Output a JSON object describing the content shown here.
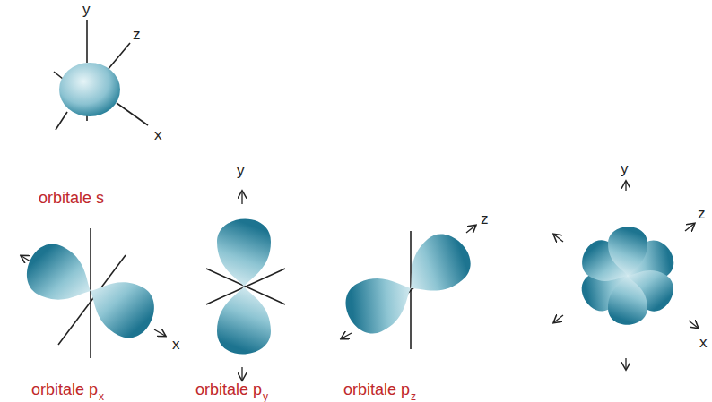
{
  "diagram": {
    "labels": [
      "y",
      "z",
      "x",
      "orbitale s",
      "orbitale p",
      "x",
      "x",
      "orbitale p",
      "y",
      "y",
      "orbitale p",
      "z",
      "z",
      "y",
      "z",
      "x"
    ]
  }
}
